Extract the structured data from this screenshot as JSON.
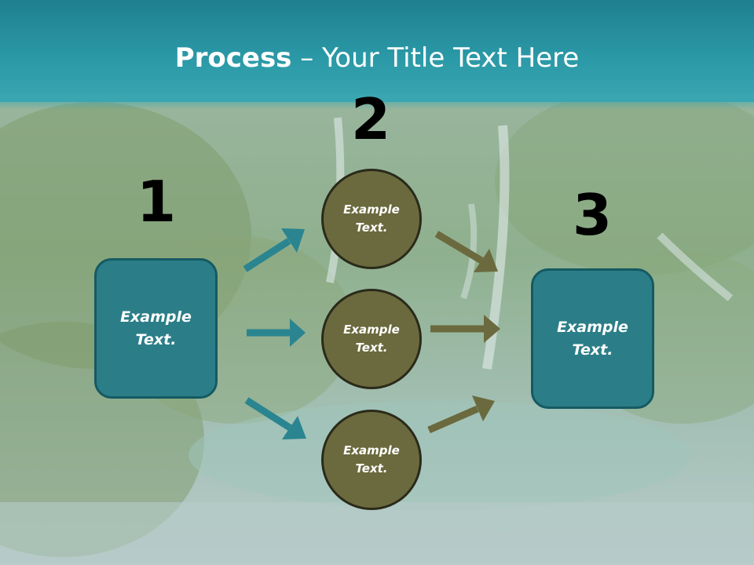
{
  "title": {
    "bold": "Process",
    "rest": " – Your Title Text Here"
  },
  "steps": {
    "one": "1",
    "two": "2",
    "three": "3"
  },
  "left_box": {
    "text": "Example Text."
  },
  "right_box": {
    "text": "Example Text."
  },
  "circles": [
    {
      "text": "Example Text."
    },
    {
      "text": "Example Text."
    },
    {
      "text": "Example Text."
    }
  ],
  "colors": {
    "header": "#2a98a6",
    "box_fill": "#2b7e87",
    "circle_fill": "#6b6a3e",
    "teal_arrow": "#2a8590",
    "olive_arrow": "#6b6a3e"
  }
}
